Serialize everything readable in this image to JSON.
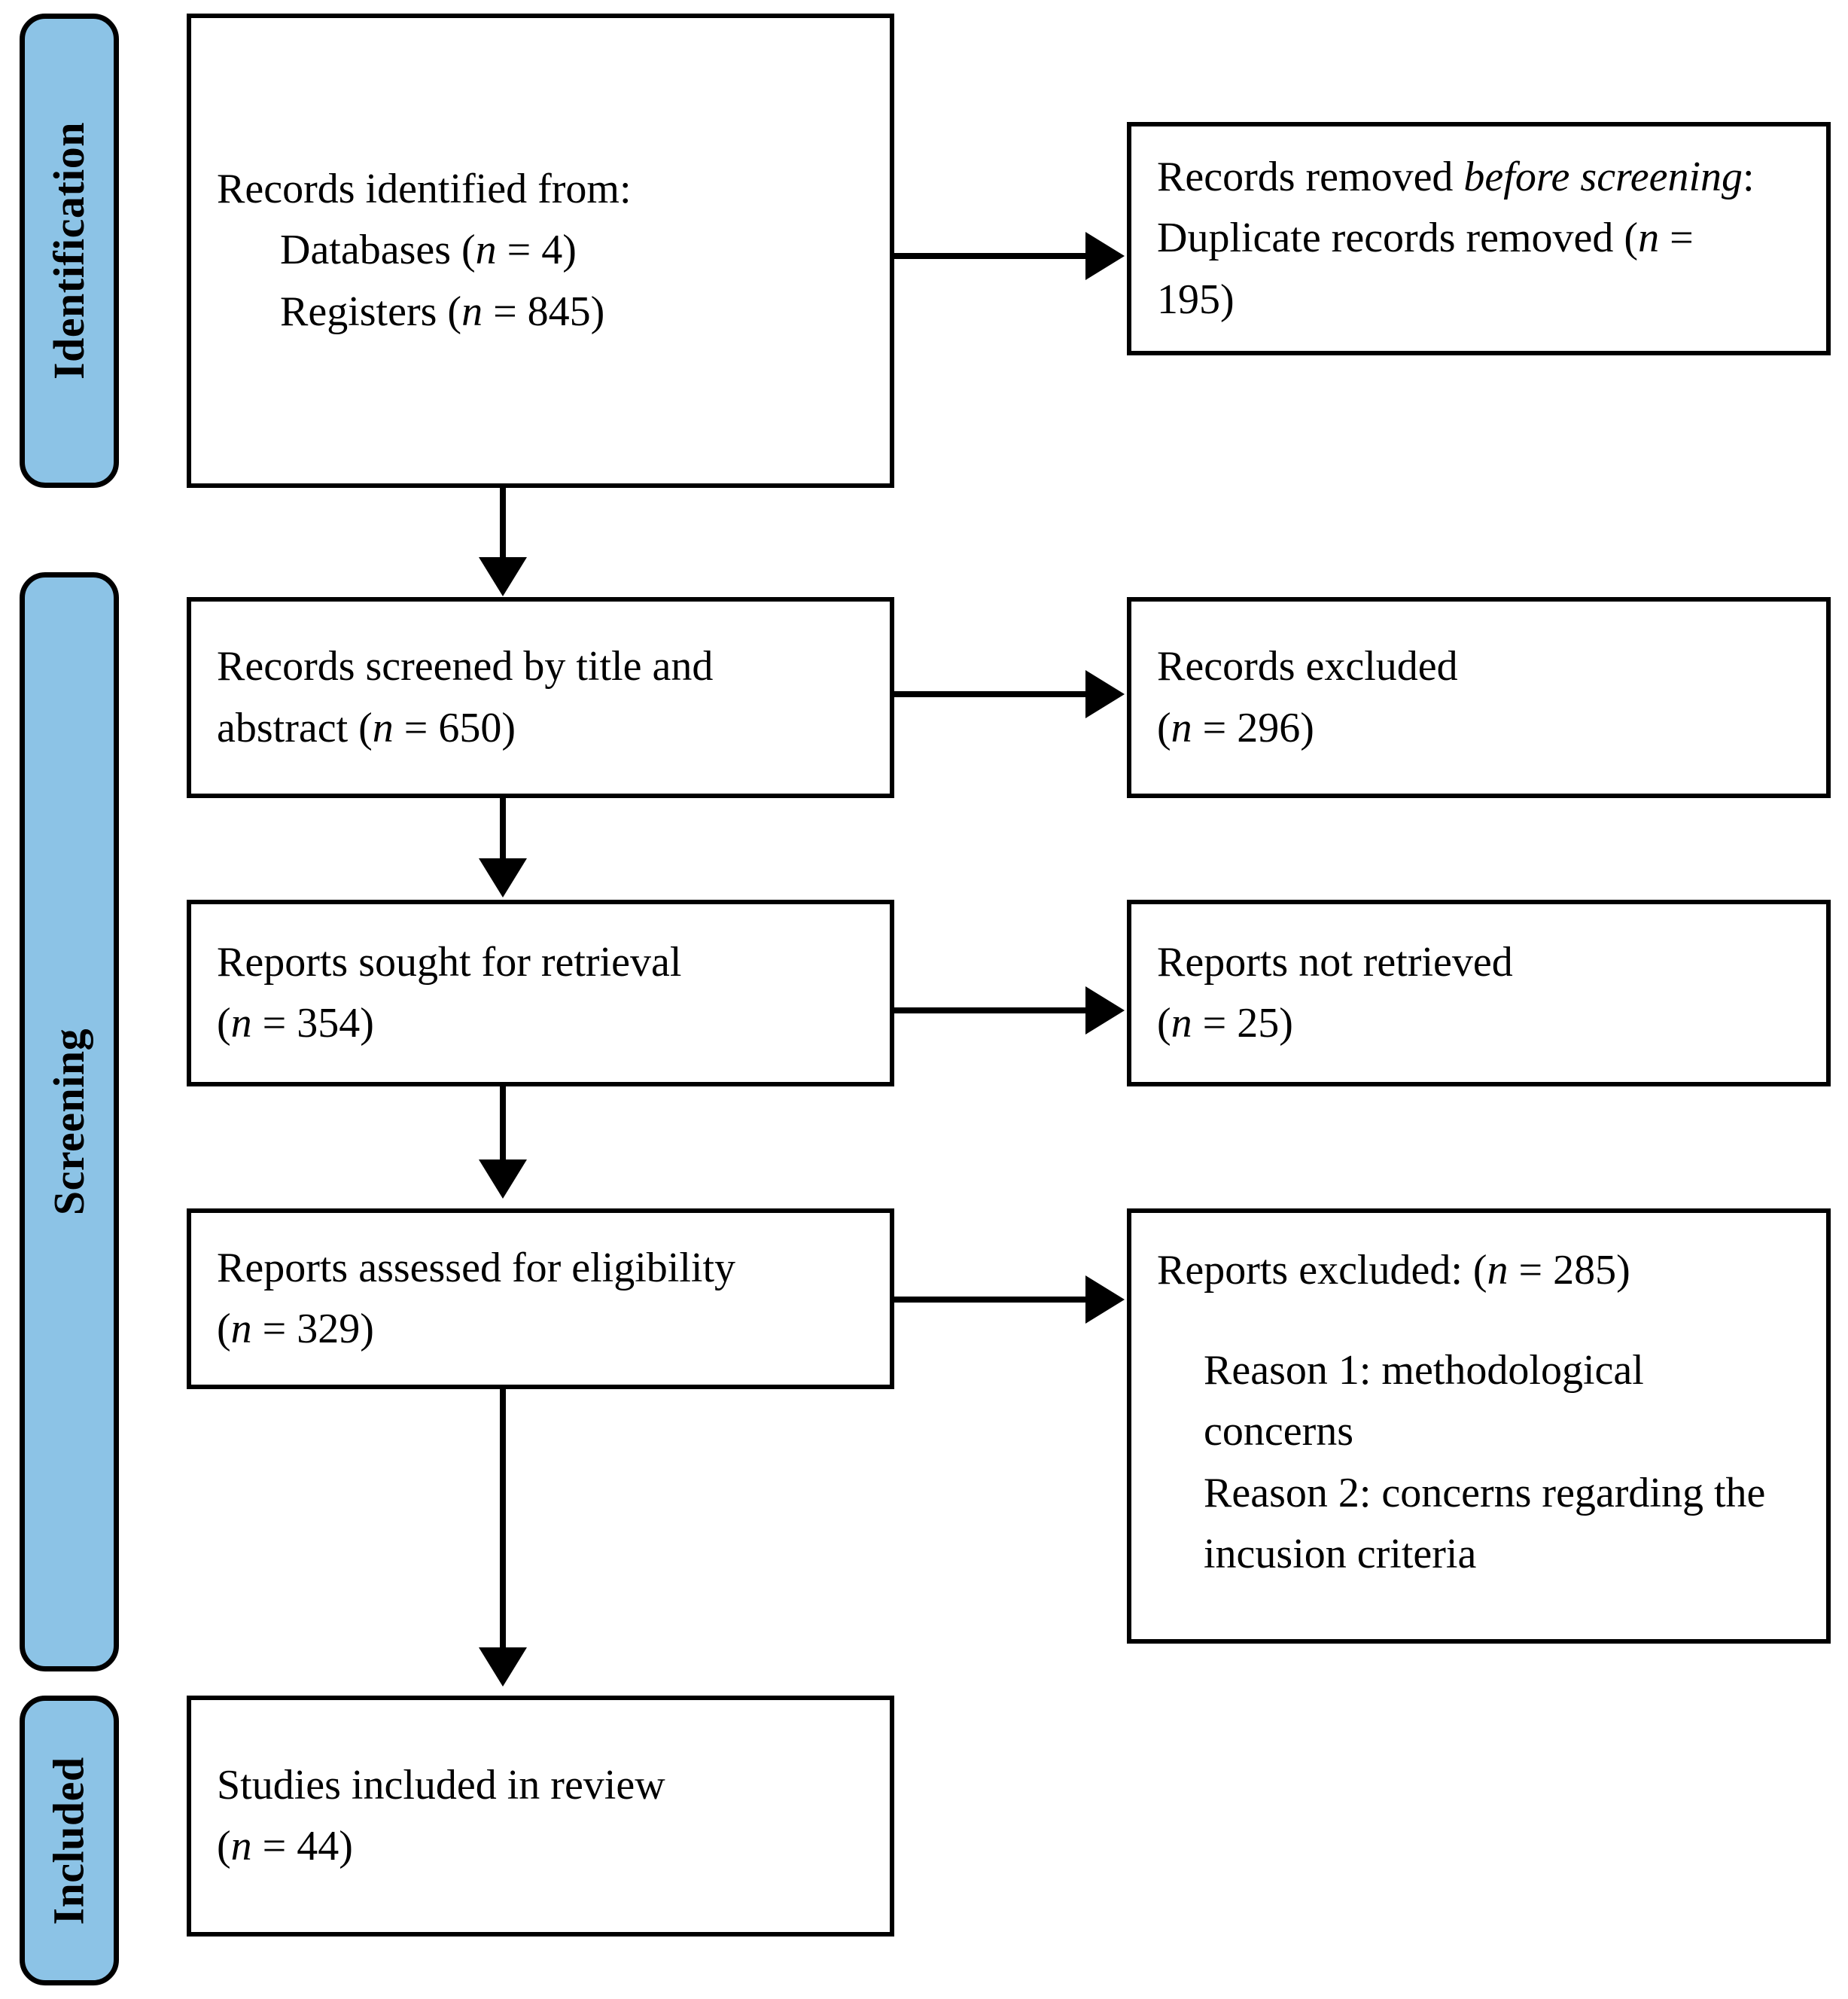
{
  "diagram": {
    "title": "PRISMA 2020 flow diagram",
    "accent_color": "#8cc3e6",
    "line_color": "#000000",
    "background_color": "#ffffff"
  },
  "stages": [
    {
      "id": "identification",
      "label": "Identification"
    },
    {
      "id": "screening",
      "label": "Screening"
    },
    {
      "id": "included",
      "label": "Included"
    }
  ],
  "boxes": {
    "records_identified": {
      "line1": "Records identified from:",
      "line2": "Databases (",
      "line2_italic": "n",
      "line2_end": " = 4)",
      "line3": "Registers (",
      "line3_italic": "n",
      "line3_end": " = 845)"
    },
    "records_removed": {
      "line1_pre": "Records removed ",
      "line1_italic": "before screening",
      "line1_post": ":",
      "line2_pre": "Duplicate records removed  (",
      "line2_italic": "n",
      "line2_post": " =",
      "line3": "195)"
    },
    "records_screened": {
      "line1": "Records screened by title and",
      "line2_pre": "abstract (",
      "line2_italic": "n",
      "line2_post": " = 650)"
    },
    "records_excluded": {
      "line1": "Records excluded",
      "line2_pre": "(",
      "line2_italic": "n",
      "line2_post": " = 296)"
    },
    "reports_sought": {
      "line1": "Reports sought for retrieval",
      "line2_pre": "(",
      "line2_italic": "n",
      "line2_post": " = 354)"
    },
    "reports_not_retrieved": {
      "line1": "Reports not retrieved",
      "line2_pre": "(",
      "line2_italic": "n",
      "line2_post": " = 25)"
    },
    "reports_assessed": {
      "line1": "Reports assessed for eligibility",
      "line2_pre": "(",
      "line2_italic": "n",
      "line2_post": " = 329)"
    },
    "reports_excluded": {
      "line1_pre": "Reports excluded: (",
      "line1_italic": "n",
      "line1_post": " = 285)",
      "reason1": "Reason 1: methodological concerns",
      "reason2": "Reason 2: concerns regarding the incusion criteria"
    },
    "studies_included": {
      "line1": "Studies included in review",
      "line2_pre": "(",
      "line2_italic": "n",
      "line2_post": " = 44)"
    }
  },
  "counts": {
    "databases": 4,
    "registers": 845,
    "duplicates_removed": 195,
    "records_screened": 650,
    "records_excluded": 296,
    "reports_sought": 354,
    "reports_not_retrieved": 25,
    "reports_assessed": 329,
    "reports_excluded": 285,
    "studies_included": 44
  }
}
